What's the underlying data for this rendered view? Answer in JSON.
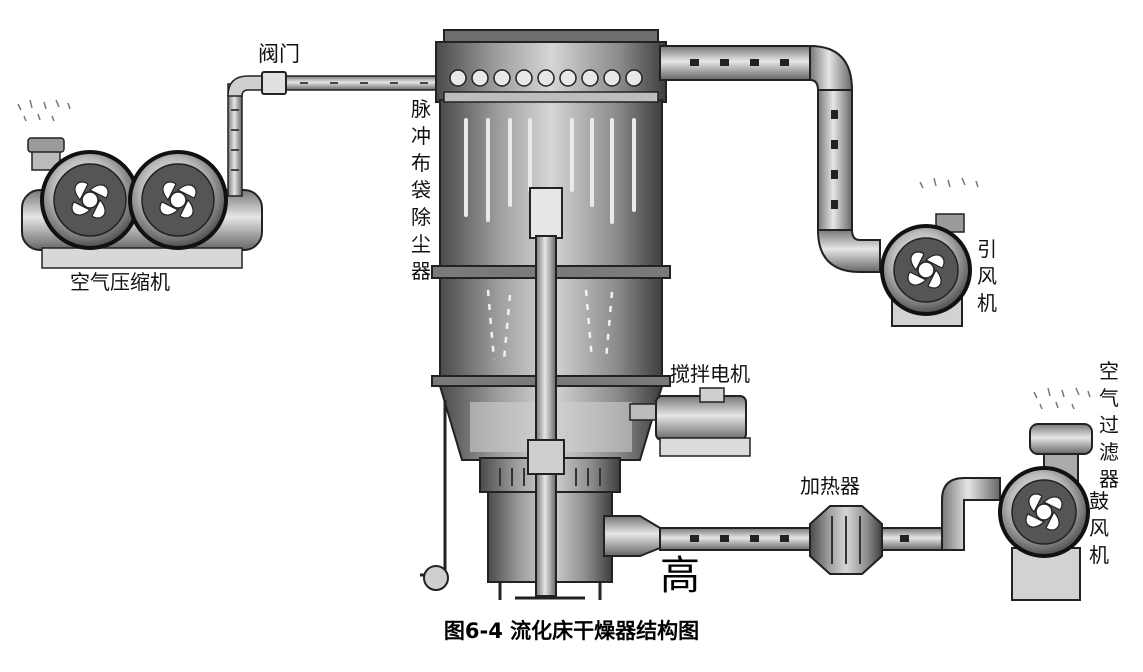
{
  "labels": {
    "valve": "阀门",
    "air_compressor": "空气压缩机",
    "pulse_bag_filter": "脉冲布袋除尘器",
    "induced_draft_fan": "引风机",
    "agitator_motor": "搅拌电机",
    "heater": "加热器",
    "air_filter": "空气过滤器",
    "blower": "鼓风机",
    "stray_char": "高"
  },
  "caption": "图6-4  流化床干燥器结构图",
  "colors": {
    "metal_dark": "#555555",
    "metal_mid": "#8a8a8a",
    "metal_light": "#d9d9d9",
    "outline": "#222222",
    "background": "#ffffff"
  }
}
